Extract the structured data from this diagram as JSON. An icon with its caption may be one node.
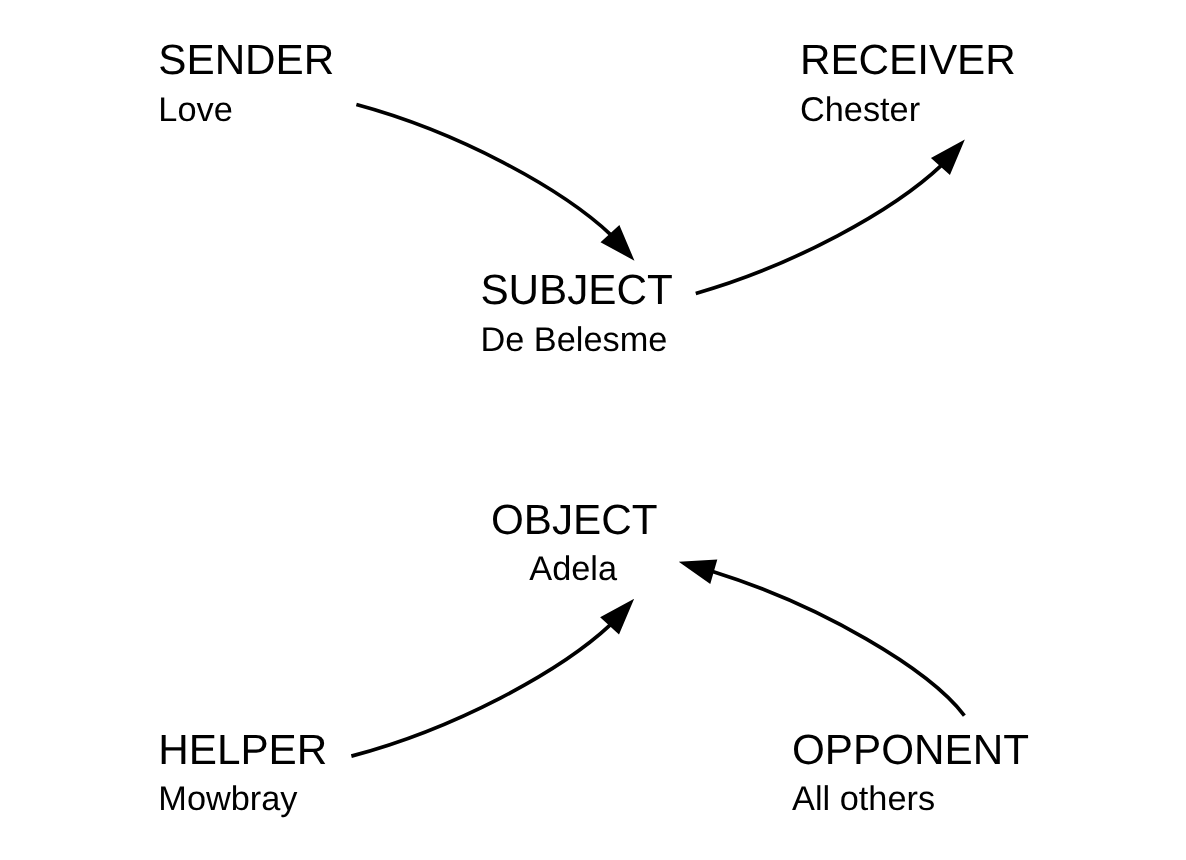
{
  "diagram": {
    "nodes": [
      {
        "text": [
          "SENDER",
          "Love"
        ]
      },
      {
        "text": [
          "RECEIVER",
          "Chester"
        ]
      },
      {
        "text": [
          "SUBJECT",
          "De Belesme"
        ]
      },
      {
        "text": [
          "OBJECT",
          "Adela"
        ]
      },
      {
        "text": [
          "HELPER",
          "Mowbray"
        ]
      },
      {
        "text": [
          "OPPONENT",
          "All others"
        ]
      }
    ],
    "edges": [
      {
        "from": 0,
        "to": 2,
        "arrow": "to"
      },
      {
        "from": 2,
        "to": 1,
        "arrow": "to"
      },
      {
        "from": 4,
        "to": 3,
        "arrow": "to"
      },
      {
        "from": 5,
        "to": 3,
        "arrow": "to"
      }
    ]
  }
}
